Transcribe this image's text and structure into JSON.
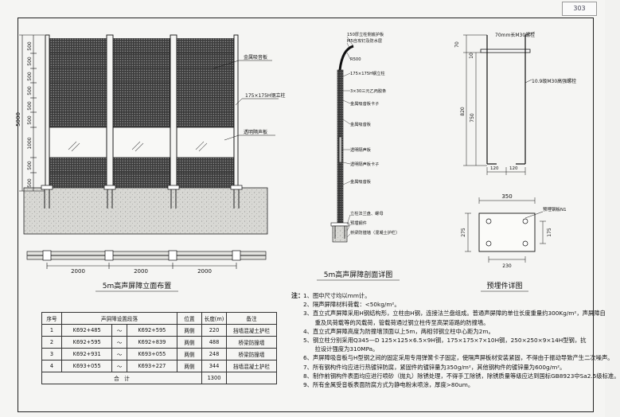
{
  "page_number": "303",
  "elevation": {
    "title": "5m高声屏障立面布置",
    "total_height": "5000",
    "module_heights": [
      "500",
      "500",
      "500",
      "500",
      "500",
      "500",
      "1000",
      "500",
      "500"
    ],
    "span_labels": [
      "2000",
      "2000",
      "2000"
    ],
    "callouts": [
      "金属吸音板",
      "175×175H钢立柱",
      "透明隔声板"
    ]
  },
  "section": {
    "title": "5m高声屏障剖面详图",
    "callouts": [
      "150厚立柱侧底护板",
      "M5自攻钉及防水层",
      "R500",
      "175×175H钢立柱",
      "3×30三元乙丙胶条",
      "金属吸音板卡子",
      "金属吸音板",
      "透明隔声板",
      "透明隔声板卡子",
      "金属吸音板",
      "立柱法兰盘、螺母",
      "预埋钢件",
      "桥梁防撞墙（混凝土护栏）"
    ]
  },
  "embed": {
    "title": "预埋件详图",
    "dims_top": [
      "70mm长M30螺栓",
      "70",
      "10",
      "820",
      "750",
      "120",
      "120",
      "10.9级M30高强螺栓"
    ],
    "dims_bottom": [
      "350",
      "预埋钢板N1",
      "275",
      "175",
      "230"
    ]
  },
  "table": {
    "headers": [
      "序号",
      "声屏障设置段落",
      "位置",
      "长度(m)",
      "备注"
    ],
    "rows": [
      [
        "1",
        "K692+485",
        "～",
        "K692+595",
        "两侧",
        "220",
        "挡墙混凝土护栏"
      ],
      [
        "2",
        "K692+595",
        "～",
        "K692+839",
        "两侧",
        "488",
        "桥梁防撞墙"
      ],
      [
        "3",
        "K692+931",
        "～",
        "K693+055",
        "两侧",
        "248",
        "桥梁防撞墙"
      ],
      [
        "4",
        "K693+055",
        "～",
        "K693+227",
        "两侧",
        "344",
        "挡墙混凝土护栏"
      ]
    ],
    "total_label": "合　计",
    "total_value": "1300"
  },
  "notes": {
    "head": "注：",
    "items": [
      "1、图中尺寸均以mm计。",
      "2、隔声屏障材料荷载：<50kg/m²。",
      "3、直立式声屏障采用H钢结构形，立柱由H钢，连接法兰盘组成。普通声屏障的单位长度重量约300Kg/m²，声屏障自",
      "　　重及风荷载等的风载荷，管载荷通过钢立柱传至高架道路的防撞墙。",
      "4、直立式声屏障高度为防撞墙顶面以上5m，两相邻钢立柱中心距为2m。",
      "5、钢立柱分别采用Q345—D 125×125×6.5×9H钢，175×175×7×10H钢，250×250×9×14H型钢，抗",
      "　　拉设计强度为310MPa。",
      "6、声屏障吸音板与H型钢之间的固定采用专用弹簧卡子固定，使隔声屏板材安装紧固，不得由于振动导致产生二次噪声。",
      "7、所有钢构件均应进行热镀锌防腐，紧固件的镀锌量为350g/m²，其他钢构件的镀锌量为600g/m²。",
      "8、制作前钢构件表面均应进行喷砂（抛丸）除锈处理，不得手工除锈，除锈质量等级应达到国标GB8923中Sa2.5级标准。",
      "9、所有金属受音板表面防腐方式为静电粉末喷涂，厚度>80um。"
    ]
  }
}
